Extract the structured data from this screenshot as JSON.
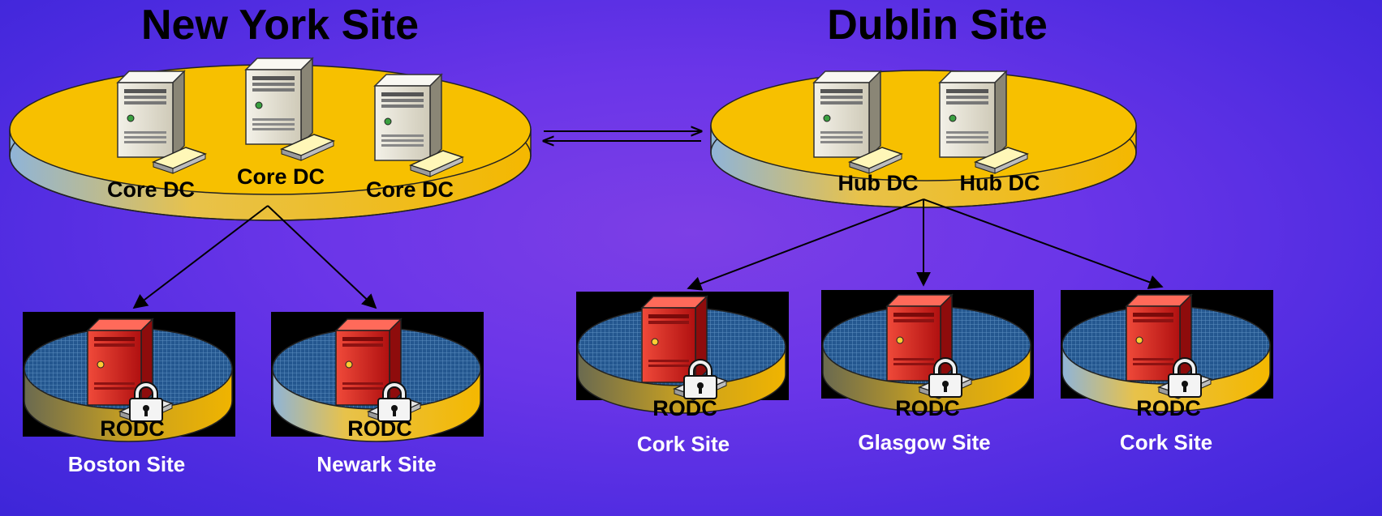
{
  "titles": {
    "new_york": "New York Site",
    "dublin": "Dublin Site"
  },
  "new_york": {
    "dc_labels": [
      "Core DC",
      "Core DC",
      "Core DC"
    ]
  },
  "dublin": {
    "dc_labels": [
      "Hub DC",
      "Hub DC"
    ]
  },
  "branches": [
    {
      "rodc": "RODC",
      "site": "Boston Site"
    },
    {
      "rodc": "RODC",
      "site": "Newark Site"
    },
    {
      "rodc": "RODC",
      "site": "Cork Site"
    },
    {
      "rodc": "RODC",
      "site": "Glasgow Site"
    },
    {
      "rodc": "RODC",
      "site": "Cork Site"
    }
  ],
  "colors": {
    "hub_disc": "#f7c000",
    "branch_disc": "#1f4e8c",
    "rodc_server": "#d41d1d",
    "server": "#e8e4d6"
  }
}
